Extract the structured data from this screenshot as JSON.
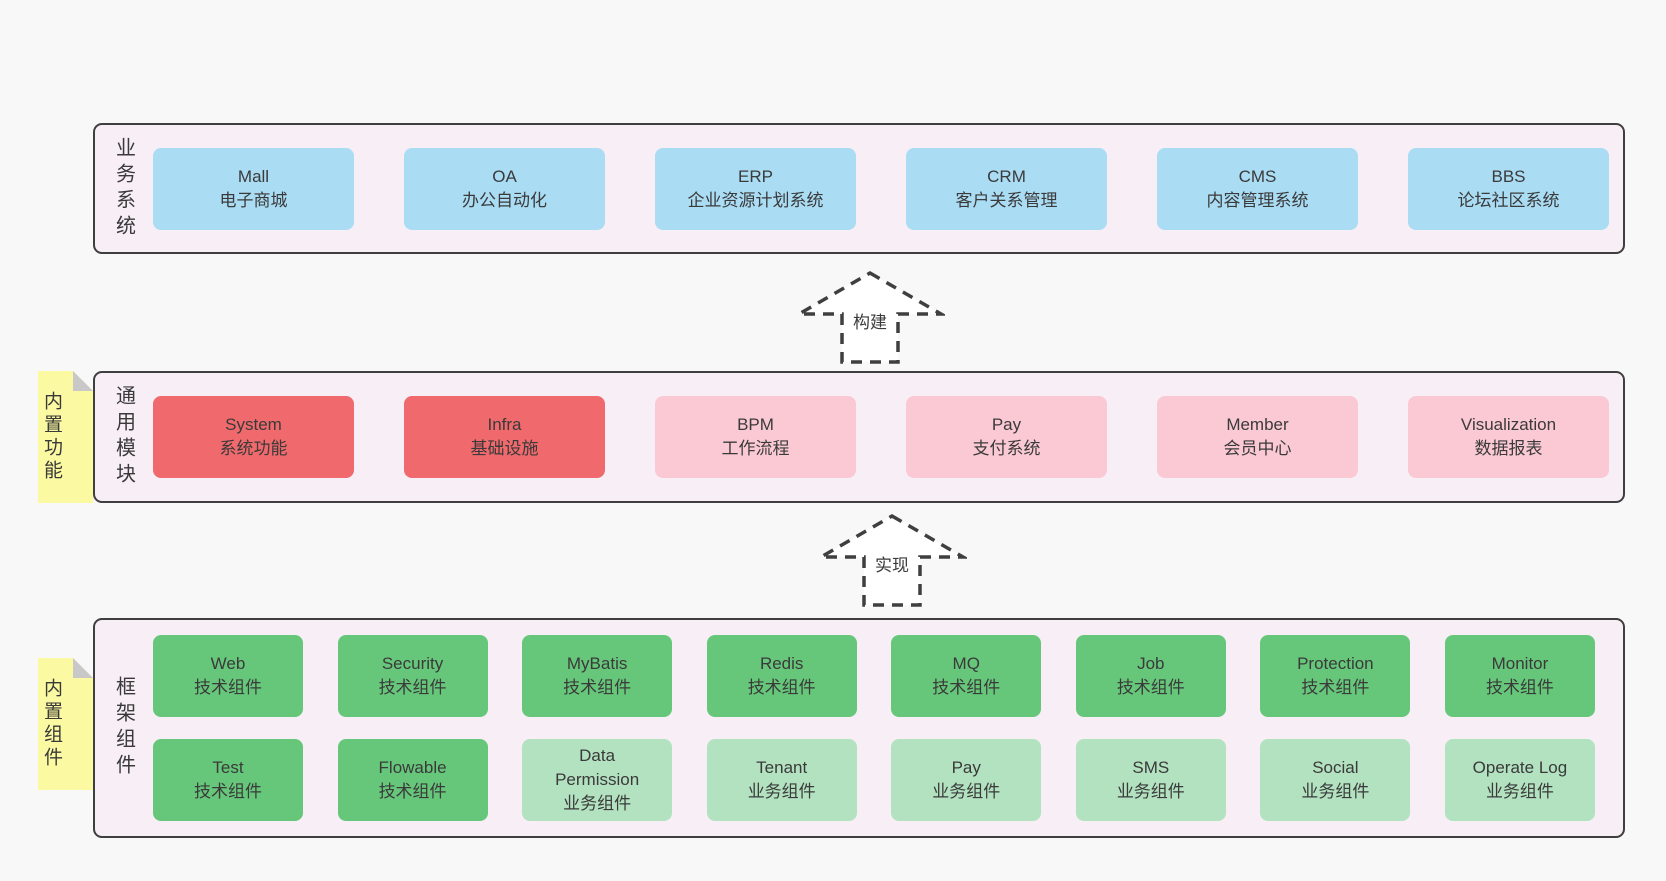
{
  "colors": {
    "page_bg": "#f8f8f8",
    "panel_bg": "#f7eef6",
    "panel_border": "#3f3f3f",
    "text": "#3a3a3a",
    "blue": "#aadcf4",
    "red": "#f0696c",
    "pink": "#fbc9d4",
    "green_dark": "#66c77a",
    "green_light": "#b3e2c0",
    "yellow": "#fbfaa2",
    "fold_gray": "#c8c8c8",
    "arrow_fill": "#ffffff"
  },
  "arrows": {
    "build_label": "构建",
    "implement_label": "实现"
  },
  "sections": {
    "business": {
      "label": "业务系统",
      "items": [
        {
          "name": "Mall",
          "desc": "电子商城",
          "variant": "blue"
        },
        {
          "name": "OA",
          "desc": "办公自动化",
          "variant": "blue"
        },
        {
          "name": "ERP",
          "desc": "企业资源计划系统",
          "variant": "blue"
        },
        {
          "name": "CRM",
          "desc": "客户关系管理",
          "variant": "blue"
        },
        {
          "name": "CMS",
          "desc": "内容管理系统",
          "variant": "blue"
        },
        {
          "name": "BBS",
          "desc": "论坛社区系统",
          "variant": "blue"
        }
      ]
    },
    "modules": {
      "label": "通用模块",
      "sticky_label": "内置功能",
      "items": [
        {
          "name": "System",
          "desc": "系统功能",
          "variant": "red"
        },
        {
          "name": "Infra",
          "desc": "基础设施",
          "variant": "red"
        },
        {
          "name": "BPM",
          "desc": "工作流程",
          "variant": "pink"
        },
        {
          "name": "Pay",
          "desc": "支付系统",
          "variant": "pink"
        },
        {
          "name": "Member",
          "desc": "会员中心",
          "variant": "pink"
        },
        {
          "name": "Visualization",
          "desc": "数据报表",
          "variant": "pink"
        }
      ]
    },
    "framework": {
      "label": "框架组件",
      "sticky_label": "内置组件",
      "row1": [
        {
          "name": "Web",
          "desc": "技术组件",
          "variant": "green-dark"
        },
        {
          "name": "Security",
          "desc": "技术组件",
          "variant": "green-dark"
        },
        {
          "name": "MyBatis",
          "desc": "技术组件",
          "variant": "green-dark"
        },
        {
          "name": "Redis",
          "desc": "技术组件",
          "variant": "green-dark"
        },
        {
          "name": "MQ",
          "desc": "技术组件",
          "variant": "green-dark"
        },
        {
          "name": "Job",
          "desc": "技术组件",
          "variant": "green-dark"
        },
        {
          "name": "Protection",
          "desc": "技术组件",
          "variant": "green-dark"
        },
        {
          "name": "Monitor",
          "desc": "技术组件",
          "variant": "green-dark"
        }
      ],
      "row2": [
        {
          "name": "Test",
          "desc": "技术组件",
          "variant": "green-dark"
        },
        {
          "name": "Flowable",
          "desc": "技术组件",
          "variant": "green-dark"
        },
        {
          "name": "Data\nPermission",
          "desc": "业务组件",
          "variant": "green-light"
        },
        {
          "name": "Tenant",
          "desc": "业务组件",
          "variant": "green-light"
        },
        {
          "name": "Pay",
          "desc": "业务组件",
          "variant": "green-light"
        },
        {
          "name": "SMS",
          "desc": "业务组件",
          "variant": "green-light"
        },
        {
          "name": "Social",
          "desc": "业务组件",
          "variant": "green-light"
        },
        {
          "name": "Operate Log",
          "desc": "业务组件",
          "variant": "green-light"
        }
      ]
    }
  }
}
